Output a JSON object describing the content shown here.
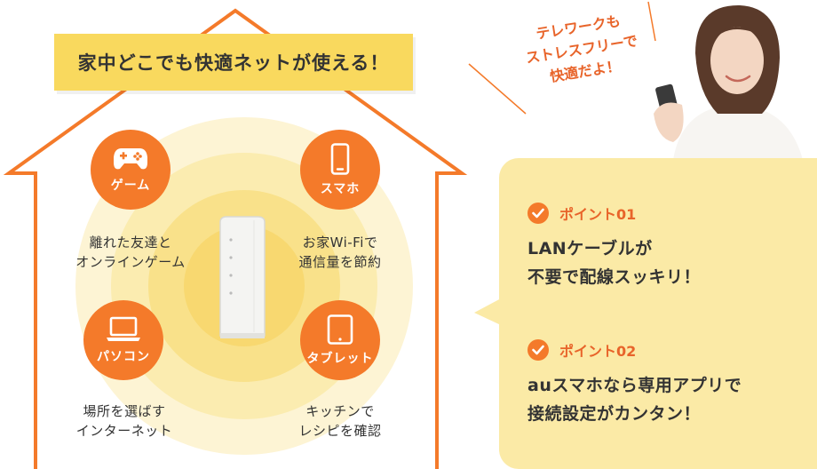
{
  "headline": "家中どこでも快適ネットが使える！",
  "devices": [
    {
      "label": "ゲーム",
      "icon": "gamepad-icon",
      "desc_line1": "離れた友達と",
      "desc_line2": "オンラインゲーム"
    },
    {
      "label": "スマホ",
      "icon": "smartphone-icon",
      "desc_line1": "お家Wi-Fiで",
      "desc_line2": "通信量を節約"
    },
    {
      "label": "パソコン",
      "icon": "laptop-icon",
      "desc_line1": "場所を選ばす",
      "desc_line2": "インターネット"
    },
    {
      "label": "タブレット",
      "icon": "tablet-icon",
      "desc_line1": "キッチンで",
      "desc_line2": "レシピを確認"
    }
  ],
  "speech": {
    "line1": "テレワークも",
    "line2": "ストレスフリーで",
    "line3": "快適だよ！"
  },
  "points": [
    {
      "head": "ポイント01",
      "line1": "LANケーブルが",
      "line2": "不要で配線スッキリ！"
    },
    {
      "head": "ポイント02",
      "line1": "auスマホなら専用アプリで",
      "line2": "接続設定がカンタン！"
    }
  ],
  "colors": {
    "accent": "#f47a2a",
    "title_bg": "#f9d95e",
    "bubble_bg": "#fbeaa6"
  }
}
